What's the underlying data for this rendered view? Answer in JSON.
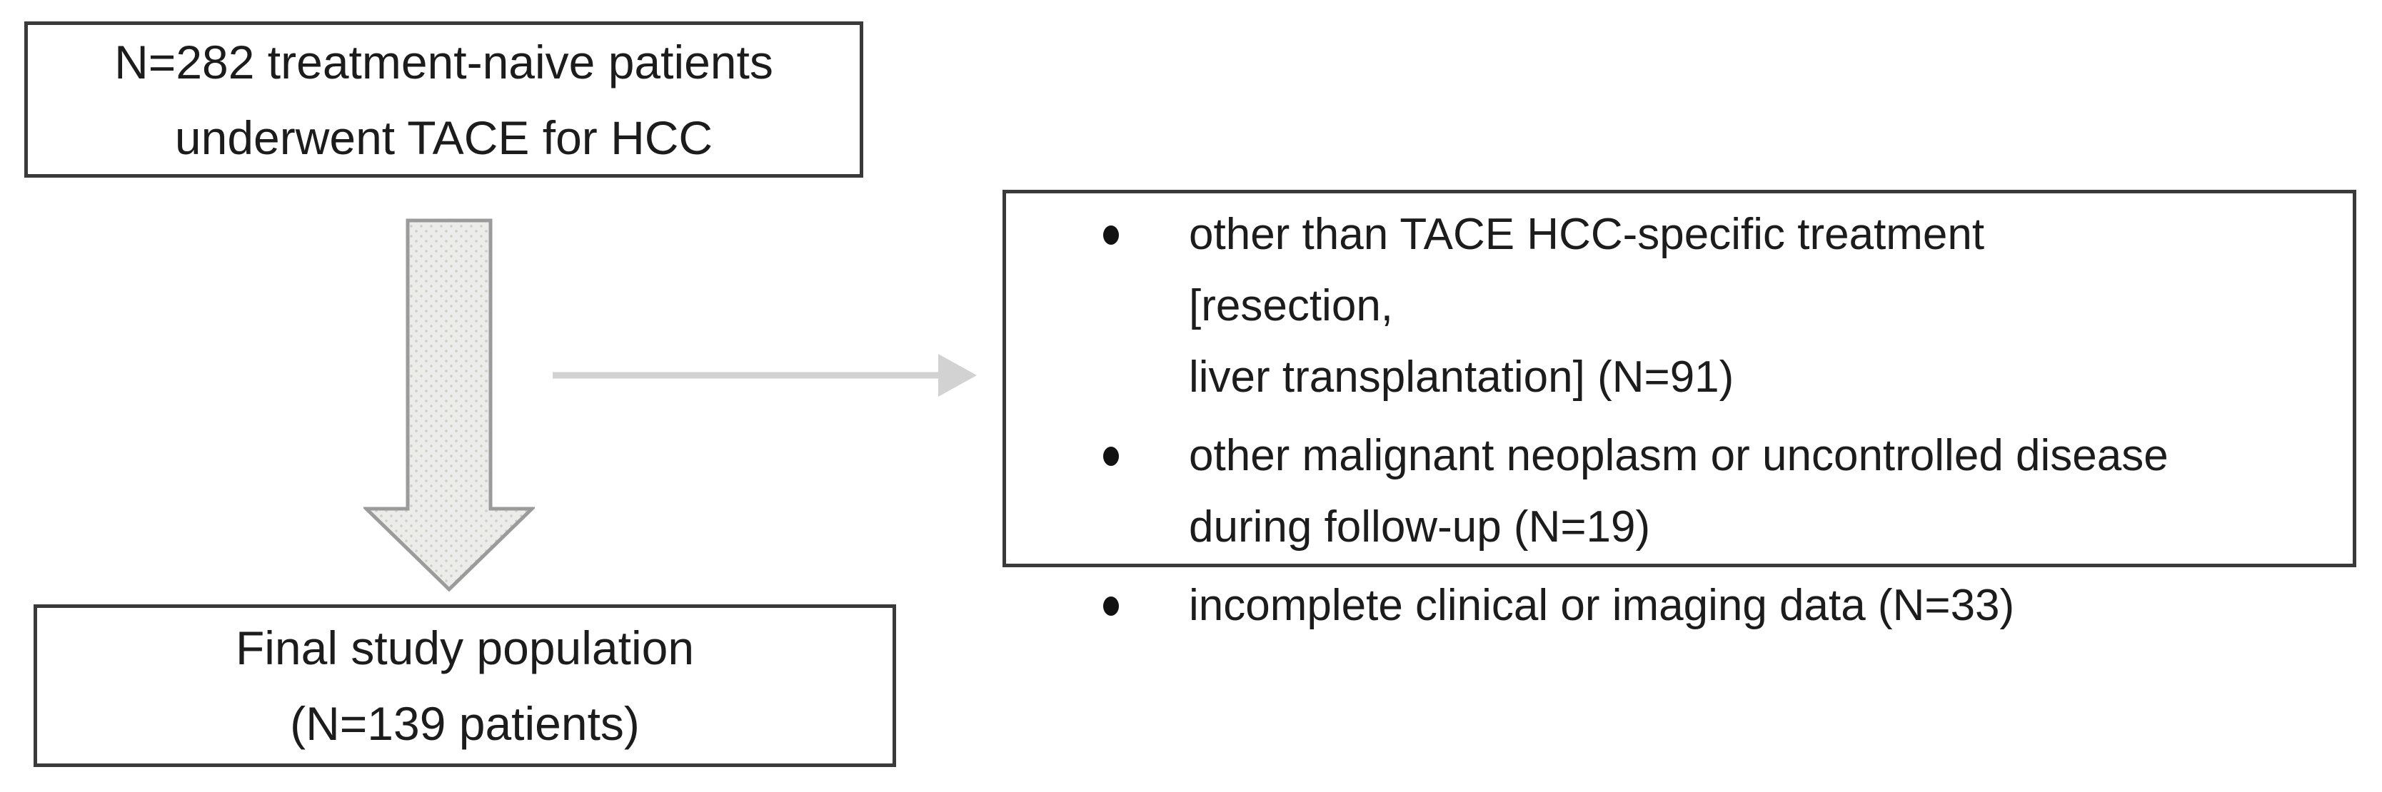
{
  "figure": {
    "initial_box": {
      "lines": [
        "N=282 treatment-naive patients",
        "underwent TACE for HCC"
      ]
    },
    "exclusion_box": {
      "bullets": [
        {
          "lines": [
            "other than TACE HCC-specific treatment [resection,",
            "liver transplantation] (N=91)"
          ]
        },
        {
          "lines": [
            "other malignant neoplasm or uncontrolled disease",
            "during follow-up (N=19)"
          ]
        },
        {
          "lines": [
            "incomplete clinical or imaging data (N=33)"
          ]
        }
      ]
    },
    "final_box": {
      "lines": [
        "Final study population",
        "(N=139 patients)"
      ]
    },
    "icons": {
      "down_block_arrow": "⬇",
      "right_arrow": "→",
      "bullet": "●"
    },
    "colors": {
      "background": "#ffffff",
      "box_border": "#3a3a3a",
      "text": "#1c1c1c",
      "bullet_dot": "#121212",
      "block_arrow_fill": "#ececea",
      "block_arrow_dots": "#cfcfc5",
      "block_arrow_border": "#9b9b9b",
      "thin_arrow": "#d2d2d2"
    }
  }
}
